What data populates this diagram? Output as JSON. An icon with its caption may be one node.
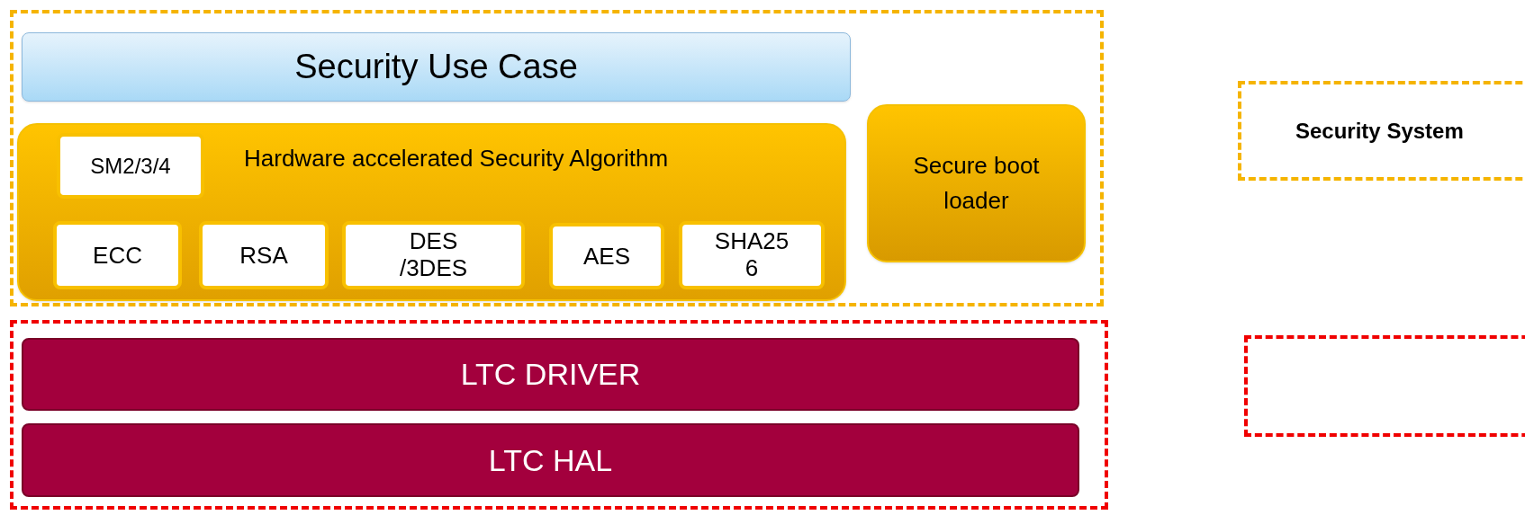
{
  "diagram": {
    "nodes": [
      {
        "text": [],
        "shape": "box"
      },
      {
        "text": [
          "Security Use Case"
        ],
        "in": 0
      },
      {
        "text": [
          "Hardware accelerated Security Algorithm"
        ],
        "in": 0
      },
      {
        "text": [
          "SM2/3/4"
        ],
        "in": 2
      },
      {
        "text": [
          "ECC"
        ],
        "in": 2
      },
      {
        "text": [
          "RSA"
        ],
        "in": 2
      },
      {
        "text": [
          "DES /3DES"
        ],
        "in": 2
      },
      {
        "text": [
          "AES"
        ],
        "in": 2
      },
      {
        "text": [
          "SHA25 6"
        ],
        "in": 2
      },
      {
        "text": [
          "Secure boot loader"
        ],
        "in": 0
      },
      {
        "text": [],
        "shape": "box"
      },
      {
        "text": [
          "LTC DRIVER"
        ],
        "in": 10
      },
      {
        "text": [
          "LTC HAL"
        ],
        "in": 10
      },
      {
        "text": [
          "Security System"
        ]
      },
      {
        "text": [],
        "shape": "box"
      }
    ],
    "edges": []
  }
}
